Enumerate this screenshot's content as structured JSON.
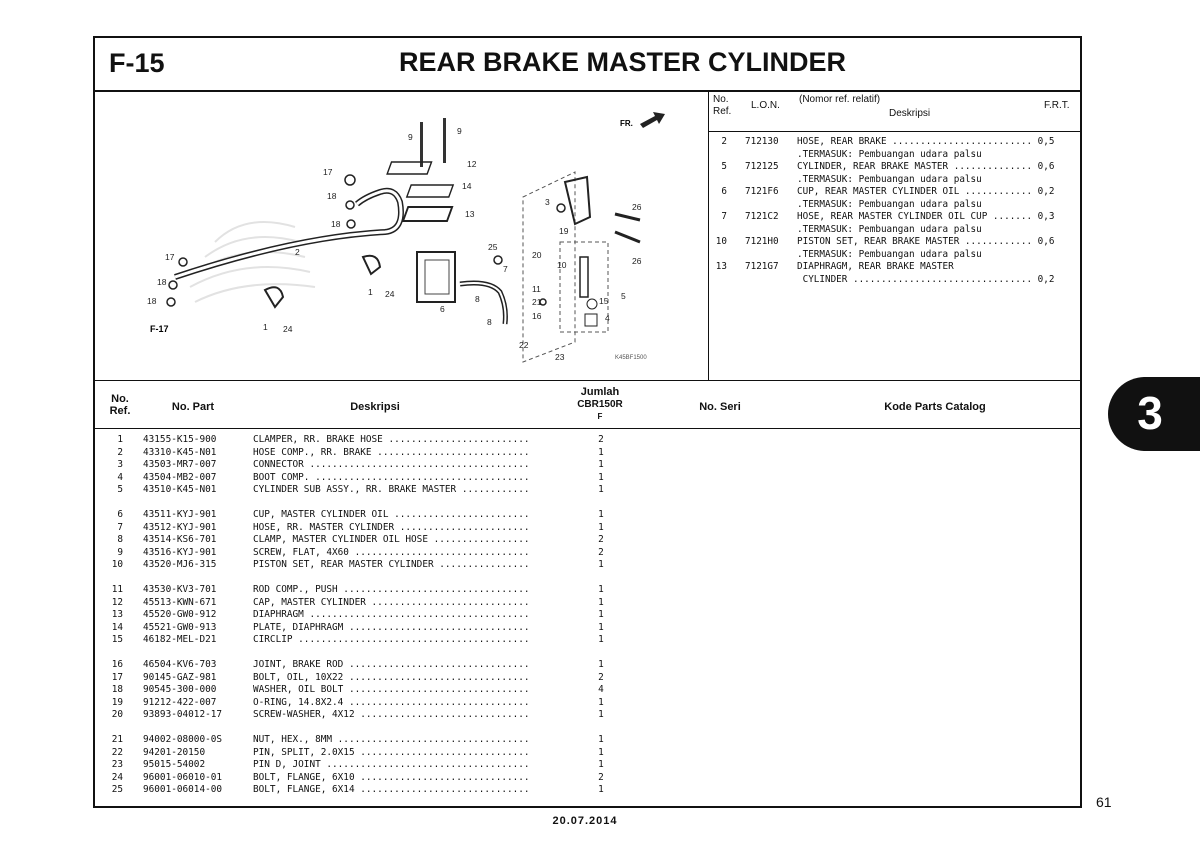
{
  "header": {
    "section_code": "F-15",
    "title": "REAR BRAKE MASTER CYLINDER"
  },
  "diagram": {
    "direction_label": "FR.",
    "ref_label": "F-17",
    "code": "K45BF1500",
    "callouts": [
      "9",
      "9",
      "12",
      "14",
      "13",
      "17",
      "18",
      "18",
      "17",
      "18",
      "18",
      "2",
      "1",
      "24",
      "1",
      "24",
      "25",
      "7",
      "8",
      "8",
      "6",
      "3",
      "19",
      "20",
      "10",
      "11",
      "21",
      "16",
      "22",
      "23",
      "15",
      "4",
      "5",
      "26",
      "26"
    ]
  },
  "ref_table": {
    "head": {
      "no": "No.",
      "ref": "Ref.",
      "lon": "L.O.N.",
      "nomor": "(Nomor ref. relatif)",
      "deskripsi": "Deskripsi",
      "frt": "F.R.T."
    },
    "rows": [
      {
        "no": "2",
        "lon": "712130",
        "desc": "HOSE, REAR BRAKE ......................... 0,5",
        "sub": ".TERMASUK: Pembuangan udara palsu"
      },
      {
        "no": "5",
        "lon": "712125",
        "desc": "CYLINDER, REAR BRAKE MASTER .............. 0,6",
        "sub": ".TERMASUK: Pembuangan udara palsu"
      },
      {
        "no": "6",
        "lon": "7121F6",
        "desc": "CUP, REAR MASTER CYLINDER OIL ............ 0,2",
        "sub": ".TERMASUK: Pembuangan udara palsu"
      },
      {
        "no": "7",
        "lon": "7121C2",
        "desc": "HOSE, REAR MASTER CYLINDER OIL CUP ....... 0,3",
        "sub": ".TERMASUK: Pembuangan udara palsu"
      },
      {
        "no": "10",
        "lon": "7121H0",
        "desc": "PISTON SET, REAR BRAKE MASTER ............ 0,6",
        "sub": ".TERMASUK: Pembuangan udara palsu"
      },
      {
        "no": "13",
        "lon": "7121G7",
        "desc": "DIAPHRAGM, REAR BRAKE MASTER",
        "sub": " CYLINDER ................................ 0,2"
      }
    ]
  },
  "parts_table": {
    "head": {
      "no": "No.",
      "ref": "Ref.",
      "part": "No. Part",
      "desc": "Deskripsi",
      "jumlah": "Jumlah",
      "model": "CBR150R",
      "variant": "F",
      "seri": "No. Seri",
      "catalog": "Kode Parts Catalog"
    },
    "rows": [
      {
        "no": "1",
        "part": "43155-K15-900",
        "desc": "CLAMPER, RR. BRAKE HOSE .........................",
        "qty": "2"
      },
      {
        "no": "2",
        "part": "43310-K45-N01",
        "desc": "HOSE COMP., RR. BRAKE ...........................",
        "qty": "1"
      },
      {
        "no": "3",
        "part": "43503-MR7-007",
        "desc": "CONNECTOR .......................................",
        "qty": "1"
      },
      {
        "no": "4",
        "part": "43504-MB2-007",
        "desc": "BOOT COMP. ......................................",
        "qty": "1"
      },
      {
        "no": "5",
        "part": "43510-K45-N01",
        "desc": "CYLINDER SUB ASSY., RR. BRAKE MASTER ............",
        "qty": "1"
      },
      {
        "no": "6",
        "part": "43511-KYJ-901",
        "desc": "CUP, MASTER CYLINDER OIL ........................",
        "qty": "1"
      },
      {
        "no": "7",
        "part": "43512-KYJ-901",
        "desc": "HOSE, RR. MASTER CYLINDER .......................",
        "qty": "1"
      },
      {
        "no": "8",
        "part": "43514-KS6-701",
        "desc": "CLAMP, MASTER CYLINDER OIL HOSE .................",
        "qty": "2"
      },
      {
        "no": "9",
        "part": "43516-KYJ-901",
        "desc": "SCREW, FLAT, 4X60 ...............................",
        "qty": "2"
      },
      {
        "no": "10",
        "part": "43520-MJ6-315",
        "desc": "PISTON SET, REAR MASTER CYLINDER ................",
        "qty": "1"
      },
      {
        "no": "11",
        "part": "43530-KV3-701",
        "desc": "ROD COMP., PUSH .................................",
        "qty": "1"
      },
      {
        "no": "12",
        "part": "45513-KWN-671",
        "desc": "CAP, MASTER CYLINDER ............................",
        "qty": "1"
      },
      {
        "no": "13",
        "part": "45520-GW0-912",
        "desc": "DIAPHRAGM .......................................",
        "qty": "1"
      },
      {
        "no": "14",
        "part": "45521-GW0-913",
        "desc": "PLATE, DIAPHRAGM ................................",
        "qty": "1"
      },
      {
        "no": "15",
        "part": "46182-MEL-D21",
        "desc": "CIRCLIP .........................................",
        "qty": "1"
      },
      {
        "no": "16",
        "part": "46504-KV6-703",
        "desc": "JOINT, BRAKE ROD ................................",
        "qty": "1"
      },
      {
        "no": "17",
        "part": "90145-GAZ-981",
        "desc": "BOLT, OIL, 10X22 ................................",
        "qty": "2"
      },
      {
        "no": "18",
        "part": "90545-300-000",
        "desc": "WASHER, OIL BOLT ................................",
        "qty": "4"
      },
      {
        "no": "19",
        "part": "91212-422-007",
        "desc": "O-RING, 14.8X2.4 ................................",
        "qty": "1"
      },
      {
        "no": "20",
        "part": "93893-04012-17",
        "desc": "SCREW-WASHER, 4X12 ..............................",
        "qty": "1"
      },
      {
        "no": "21",
        "part": "94002-08000-0S",
        "desc": "NUT, HEX., 8MM ..................................",
        "qty": "1"
      },
      {
        "no": "22",
        "part": "94201-20150",
        "desc": "PIN, SPLIT, 2.0X15 ..............................",
        "qty": "1"
      },
      {
        "no": "23",
        "part": "95015-54002",
        "desc": "PIN D, JOINT ....................................",
        "qty": "1"
      },
      {
        "no": "24",
        "part": "96001-06010-01",
        "desc": "BOLT, FLANGE, 6X10 ..............................",
        "qty": "2"
      },
      {
        "no": "25",
        "part": "96001-06014-00",
        "desc": "BOLT, FLANGE, 6X14 ..............................",
        "qty": "1"
      }
    ]
  },
  "side_tab": "3",
  "page_number": "61",
  "date": "20.07.2014"
}
